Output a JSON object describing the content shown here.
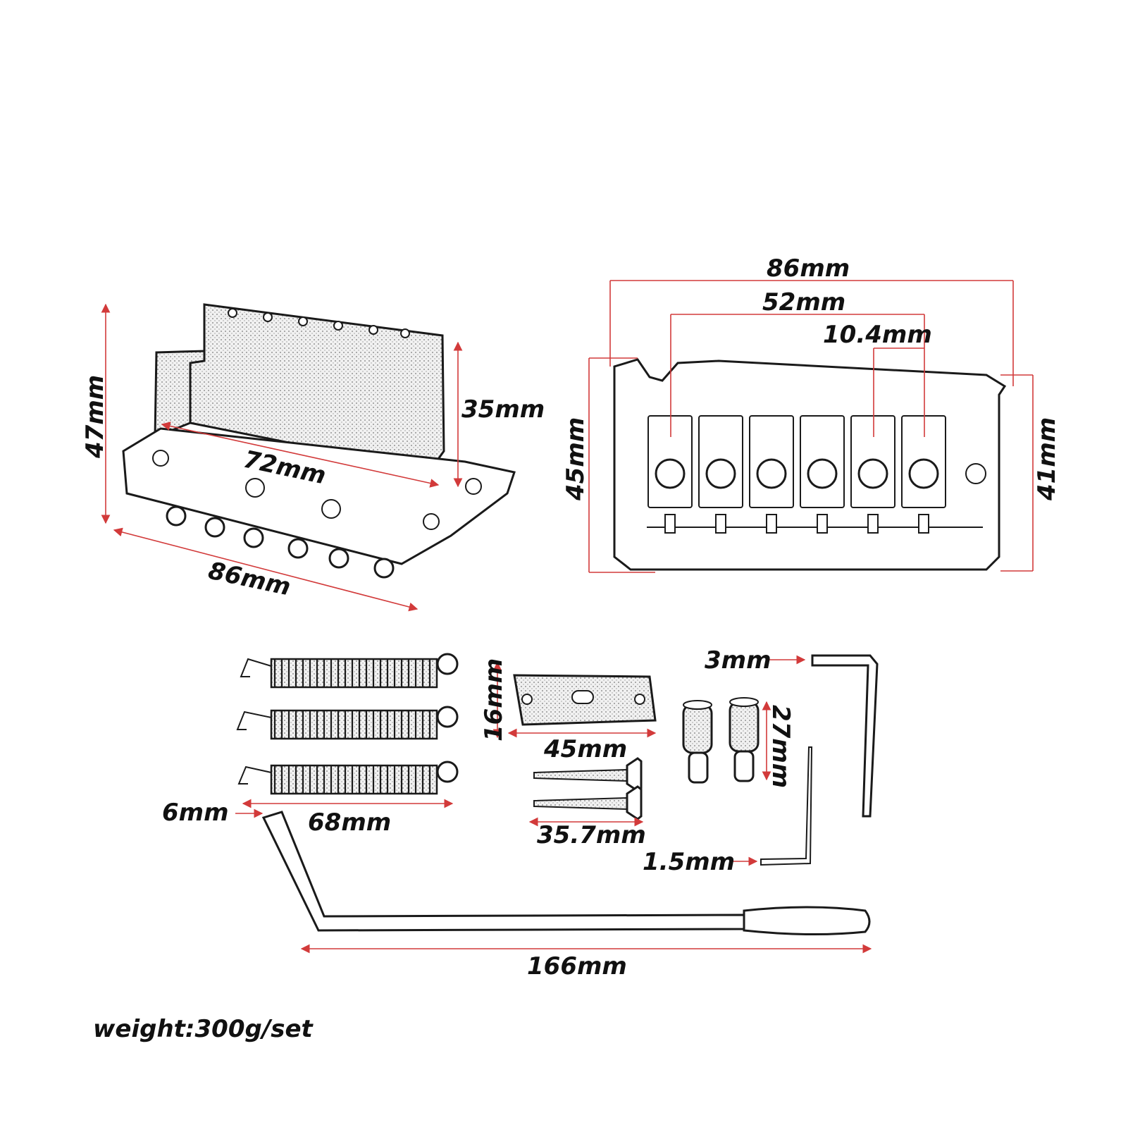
{
  "labels": {
    "base_height": "47mm",
    "block_height": "35mm",
    "block_width": "72mm",
    "base_width": "86mm",
    "bridge_width": "86mm",
    "saddle_span": "52mm",
    "string_spacing": "10.4mm",
    "bridge_height_left": "45mm",
    "bridge_height_right": "41mm",
    "spring_thickness": "3mm",
    "claw_height": "16mm",
    "claw_width": "45mm",
    "bushing_height": "27mm",
    "spring_length": "68mm",
    "screw_length": "35.7mm",
    "small_key": "1.5mm",
    "arm_diameter": "6mm",
    "arm_length": "166mm"
  },
  "weight_text": "weight:300g/set",
  "colors": {
    "dimension": "#d23a3a",
    "ink": "#1a1a1a"
  }
}
